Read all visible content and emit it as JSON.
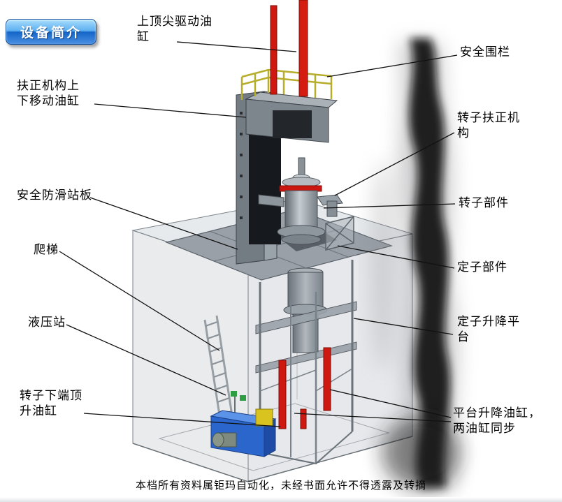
{
  "badge": {
    "label": "设备简介"
  },
  "callouts": [
    {
      "id": "top-drive-cylinder",
      "text": "上顶尖驱动油\n缸"
    },
    {
      "id": "safety-fence",
      "text": "安全围栏"
    },
    {
      "id": "centering-updown-cylinder",
      "text": "扶正机构上\n下移动油缸"
    },
    {
      "id": "rotor-centering-mechanism",
      "text": "转子扶正机\n构"
    },
    {
      "id": "anti-slip-board",
      "text": "安全防滑站板"
    },
    {
      "id": "rotor-part",
      "text": "转子部件"
    },
    {
      "id": "ladder",
      "text": "爬梯"
    },
    {
      "id": "stator-part",
      "text": "定子部件"
    },
    {
      "id": "hydraulic-station",
      "text": "液压站"
    },
    {
      "id": "stator-lift-platform",
      "text": "定子升降平\n台"
    },
    {
      "id": "rotor-bottom-jack-cylinder",
      "text": "转子下端顶\n升油缸"
    },
    {
      "id": "platform-lift-cylinders",
      "text": "平台升降油缸，\n两油缸同步"
    }
  ],
  "footer": {
    "text": "本档所有资料属钜玛自动化，未经书面允许不得透露及转摘"
  },
  "colors": {
    "badge_top": "#a8defc",
    "badge_bottom": "#1565c8",
    "badge_border": "#0a4a9a",
    "cylinder_red": "#ce1810",
    "fence_yellow": "#b6ae2a",
    "hydraulic_blue": "#2b66cc",
    "steel_gray": "#8a929a",
    "label_text": "#000000"
  }
}
